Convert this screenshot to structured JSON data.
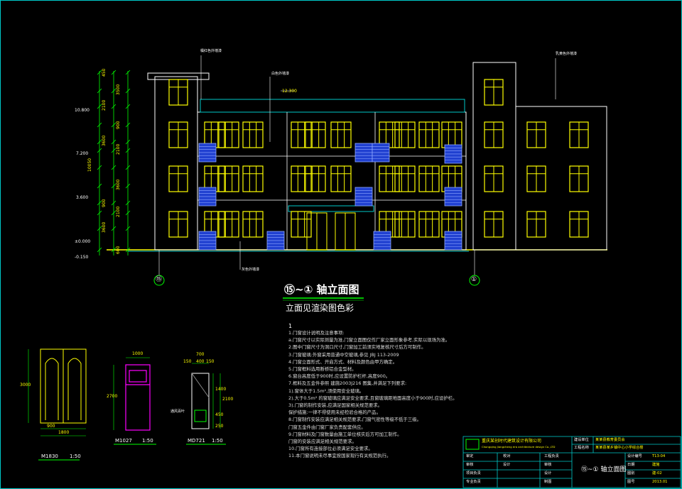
{
  "drawing": {
    "title": "⑮~① 轴立面图",
    "subtitle": "立面见渲染图色彩",
    "axis_left": "⑮",
    "axis_right": "①",
    "axis_left_small": "⑮",
    "axis_right_small": "①",
    "roof_elev": "12.300"
  },
  "levels": [
    "10.800",
    "7.200",
    "3.600",
    "±0.000",
    "-0.150"
  ],
  "dims_vertical": [
    "450",
    "3500",
    "2100",
    "900",
    "3600",
    "2100",
    "10050",
    "3600",
    "900",
    "2100",
    "3600",
    "600"
  ],
  "callouts": [
    "橘红色外墙漆",
    "白色外墙漆",
    "乳黄色外墙漆",
    "灰色外墙漆"
  ],
  "notes": {
    "index": "1",
    "items": [
      "1.门窗设计说明及注意事项:",
      "   a.门窗尺寸以实际测量为准,门窗立面图仅作厂家立面形象参考,实际以现场为准。",
      "2.图中门窗尺寸为洞口尺寸,门窗加工前须实地复核尺寸后方可制作。",
      "3.门窗玻璃:外窗采用普通中空玻璃,参见 JBJ 113-2009",
      "4.门窗立面形式、开启方式、材料及颜色由甲方确定。",
      "5.门窗框料选用断桥铝合金型材。",
      "6.窗台高度低于900时,应设置防护栏杆,高度900。",
      "7.框料及五金件参照 建施2003J216 图集,并满足下列要求:",
      "   1).窗体大于1.5m²,须使用安全玻璃。",
      "   2).大于0.5m² 的窗玻璃应满足安全要求,且窗玻璃距地面高度小于900时,应设护栏。",
      "   3).门窗的制作安装,应满足国家相关规范要求。",
      "      保护措施:一律不得使用未经检验合格的产品。",
      "8.门窗制作安装应满足相关规范要求,门窗气密性等级不低于三级。",
      "   门窗五金件由门窗厂家负责配套供应。",
      "9.门窗材料及门窗数量由施工单位核实后方可加工制作。",
      "   门窗的安装应满足相关规范要求。",
      "10.门窗所有连接部位必须满足安全要求。",
      "11.本门窗说明未尽事宜按国家现行有关规范执行。"
    ]
  },
  "details": [
    {
      "label": "M1830",
      "scale": "1:50",
      "width": "1800",
      "leaf": "900",
      "height": "3000"
    },
    {
      "label": "M1027",
      "scale": "1:50",
      "width": "1000",
      "height": "2700"
    },
    {
      "label": "MD721",
      "scale": "1:50",
      "width": "700",
      "sub": [
        "150",
        "400",
        "150"
      ],
      "heights": [
        "1400",
        "2100",
        "450",
        "250"
      ],
      "annot": "通风百叶"
    }
  ],
  "title_block": {
    "company": "重庆某创时代建筑设计有限公司",
    "company_en": "Chongqing Jiangcheng era architecture design Co.,LTD",
    "project_label": "建设单位",
    "project_value": "某某县教育委员会",
    "name_label": "工程名称",
    "name_value": "某某县某乡镇中心小学综合楼",
    "sheet_title": "⑮~① 轴立面图",
    "roles": [
      "审定",
      "审核",
      "项目负责",
      "专业负责",
      "校对",
      "设计"
    ],
    "roles2": [
      "工程负责",
      "审核",
      "设计",
      "制图"
    ],
    "fields": [
      "设计编号",
      "日期",
      "图别",
      "图号"
    ],
    "field_values": [
      "T13-04",
      "建施",
      "建-02",
      "2013.01"
    ]
  },
  "colors": {
    "window": "#ffff00",
    "wall": "#ffffff",
    "balcony": "#2040d0",
    "frame": "#00c8c8",
    "door_detail": "#ff00ff"
  }
}
